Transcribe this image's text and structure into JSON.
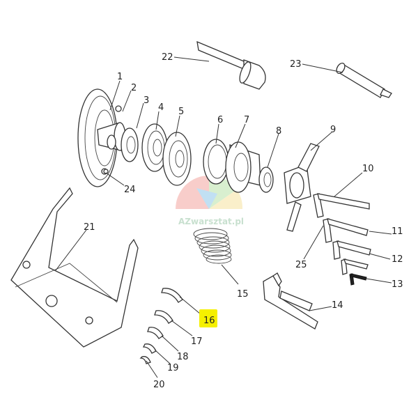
{
  "diagram": {
    "watermark": "AZwarsztat.pl",
    "highlight_color": "#f5f000",
    "callouts": [
      {
        "id": "p1",
        "text": "1"
      },
      {
        "id": "p2",
        "text": "2"
      },
      {
        "id": "p3",
        "text": "3"
      },
      {
        "id": "p4",
        "text": "4"
      },
      {
        "id": "p5",
        "text": "5"
      },
      {
        "id": "p6",
        "text": "6"
      },
      {
        "id": "p7",
        "text": "7"
      },
      {
        "id": "p8",
        "text": "8"
      },
      {
        "id": "p9",
        "text": "9"
      },
      {
        "id": "p10",
        "text": "10"
      },
      {
        "id": "p11",
        "text": "11"
      },
      {
        "id": "p12",
        "text": "12"
      },
      {
        "id": "p13",
        "text": "13"
      },
      {
        "id": "p14",
        "text": "14"
      },
      {
        "id": "p15",
        "text": "15"
      },
      {
        "id": "p16",
        "text": "16"
      },
      {
        "id": "p17",
        "text": "17"
      },
      {
        "id": "p18",
        "text": "18"
      },
      {
        "id": "p19",
        "text": "19"
      },
      {
        "id": "p20",
        "text": "20"
      },
      {
        "id": "p21",
        "text": "21"
      },
      {
        "id": "p22",
        "text": "22"
      },
      {
        "id": "p23",
        "text": "23"
      },
      {
        "id": "p24",
        "text": "24"
      },
      {
        "id": "p25",
        "text": "25"
      }
    ]
  }
}
